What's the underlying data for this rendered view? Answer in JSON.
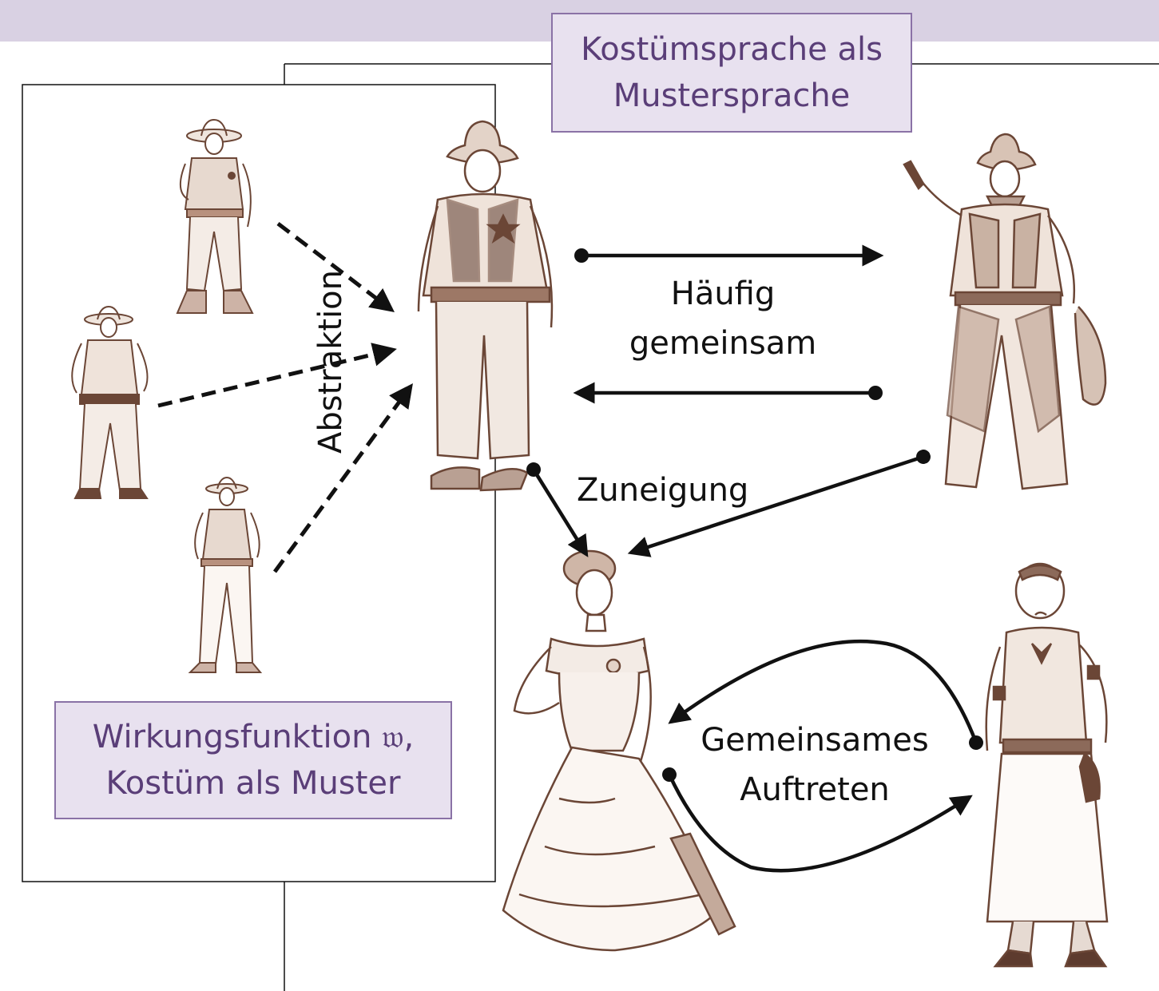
{
  "title_box": {
    "line1": "Kostümsprache als",
    "line2": "Mustersprache"
  },
  "pattern_box": {
    "line1": "Wirkungsfunktion 𝔴,",
    "line2": "Kostüm als Muster"
  },
  "labels": {
    "abstraction": "Abstraktion",
    "frequent_line1": "Häufig",
    "frequent_line2": "gemeinsam",
    "affection": "Zuneigung",
    "joint_line1": "Gemeinsames",
    "joint_line2": "Auftreten"
  },
  "figures": [
    {
      "name": "sheriff-sketch-1",
      "kind": "sheriff"
    },
    {
      "name": "sheriff-sketch-2",
      "kind": "sheriff"
    },
    {
      "name": "sheriff-sketch-3",
      "kind": "sheriff"
    },
    {
      "name": "sheriff-main",
      "kind": "sheriff"
    },
    {
      "name": "cowboy-gunslinger",
      "kind": "cowboy"
    },
    {
      "name": "saloon-lady",
      "kind": "lady"
    },
    {
      "name": "bartender",
      "kind": "bartender"
    }
  ],
  "colors": {
    "band": "#d9d1e3",
    "box_fill": "#e8e1ef",
    "box_border": "#8a72a6",
    "box_text": "#5a3e78",
    "sketch": "#6b4636"
  }
}
